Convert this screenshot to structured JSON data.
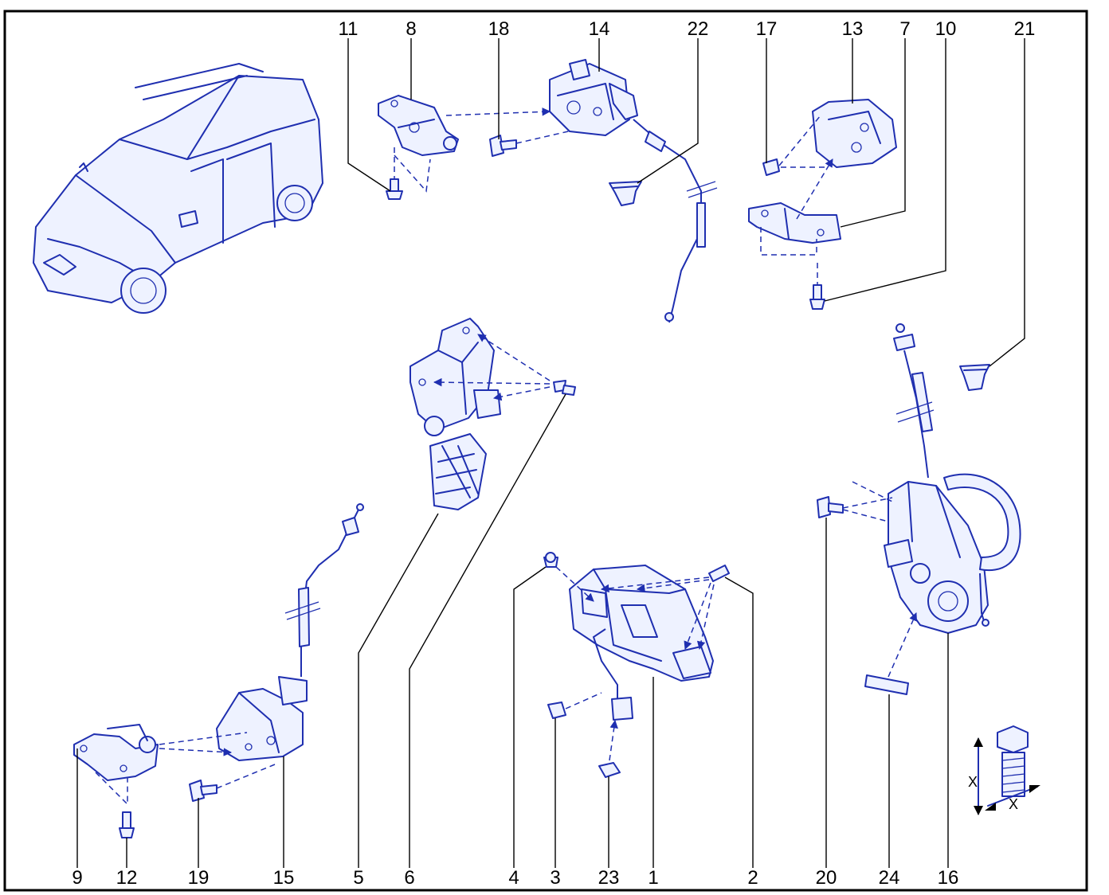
{
  "callouts": [
    "11",
    "8",
    "18",
    "14",
    "22",
    "17",
    "13",
    "7",
    "10",
    "21",
    "5",
    "6",
    "4",
    "3",
    "23",
    "1",
    "2",
    "20",
    "24",
    "16",
    "9",
    "12",
    "19",
    "15"
  ],
  "thread_dimension_label": "X",
  "colors": {
    "line": "#1f2fb0",
    "fill": "#eef2ff",
    "frame": "#000000"
  }
}
